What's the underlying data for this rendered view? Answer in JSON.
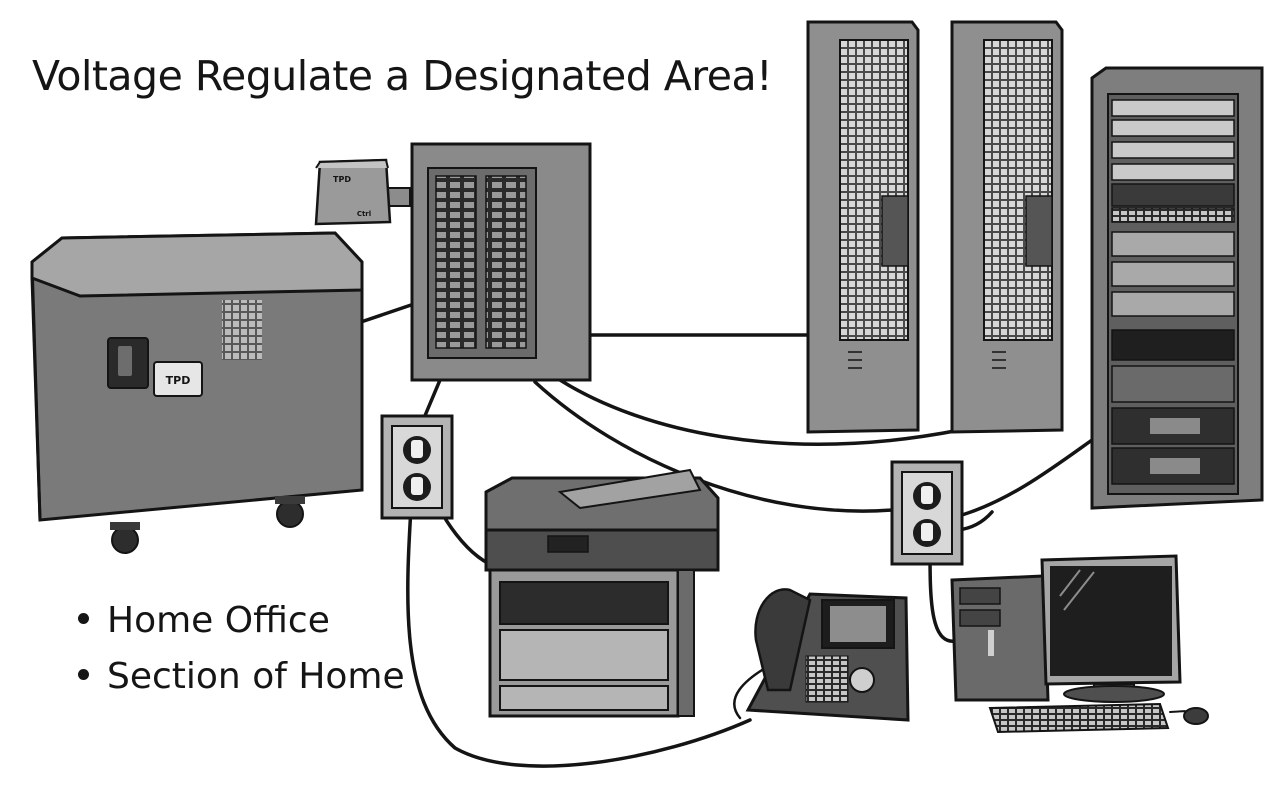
{
  "title": "Voltage Regulate a Designated Area!",
  "bullets": [
    "Home Office",
    "Section of Home"
  ],
  "labels": {
    "regulator_badge": "TPD",
    "monitor_top": "TPD",
    "monitor_bottom": "Ctrl"
  },
  "devices": [
    "voltage-regulator",
    "remote-monitor",
    "breaker-panel",
    "tower-server-1",
    "tower-server-2",
    "server-rack",
    "wall-outlet-left",
    "wall-outlet-right",
    "printer",
    "ip-phone",
    "desktop-computer"
  ],
  "colors": {
    "ink": "#151515",
    "body_dark": "#5a5a5a",
    "body_mid": "#8c8c8c",
    "body_light": "#b9b9b9",
    "screen": "#1e1e1e"
  }
}
